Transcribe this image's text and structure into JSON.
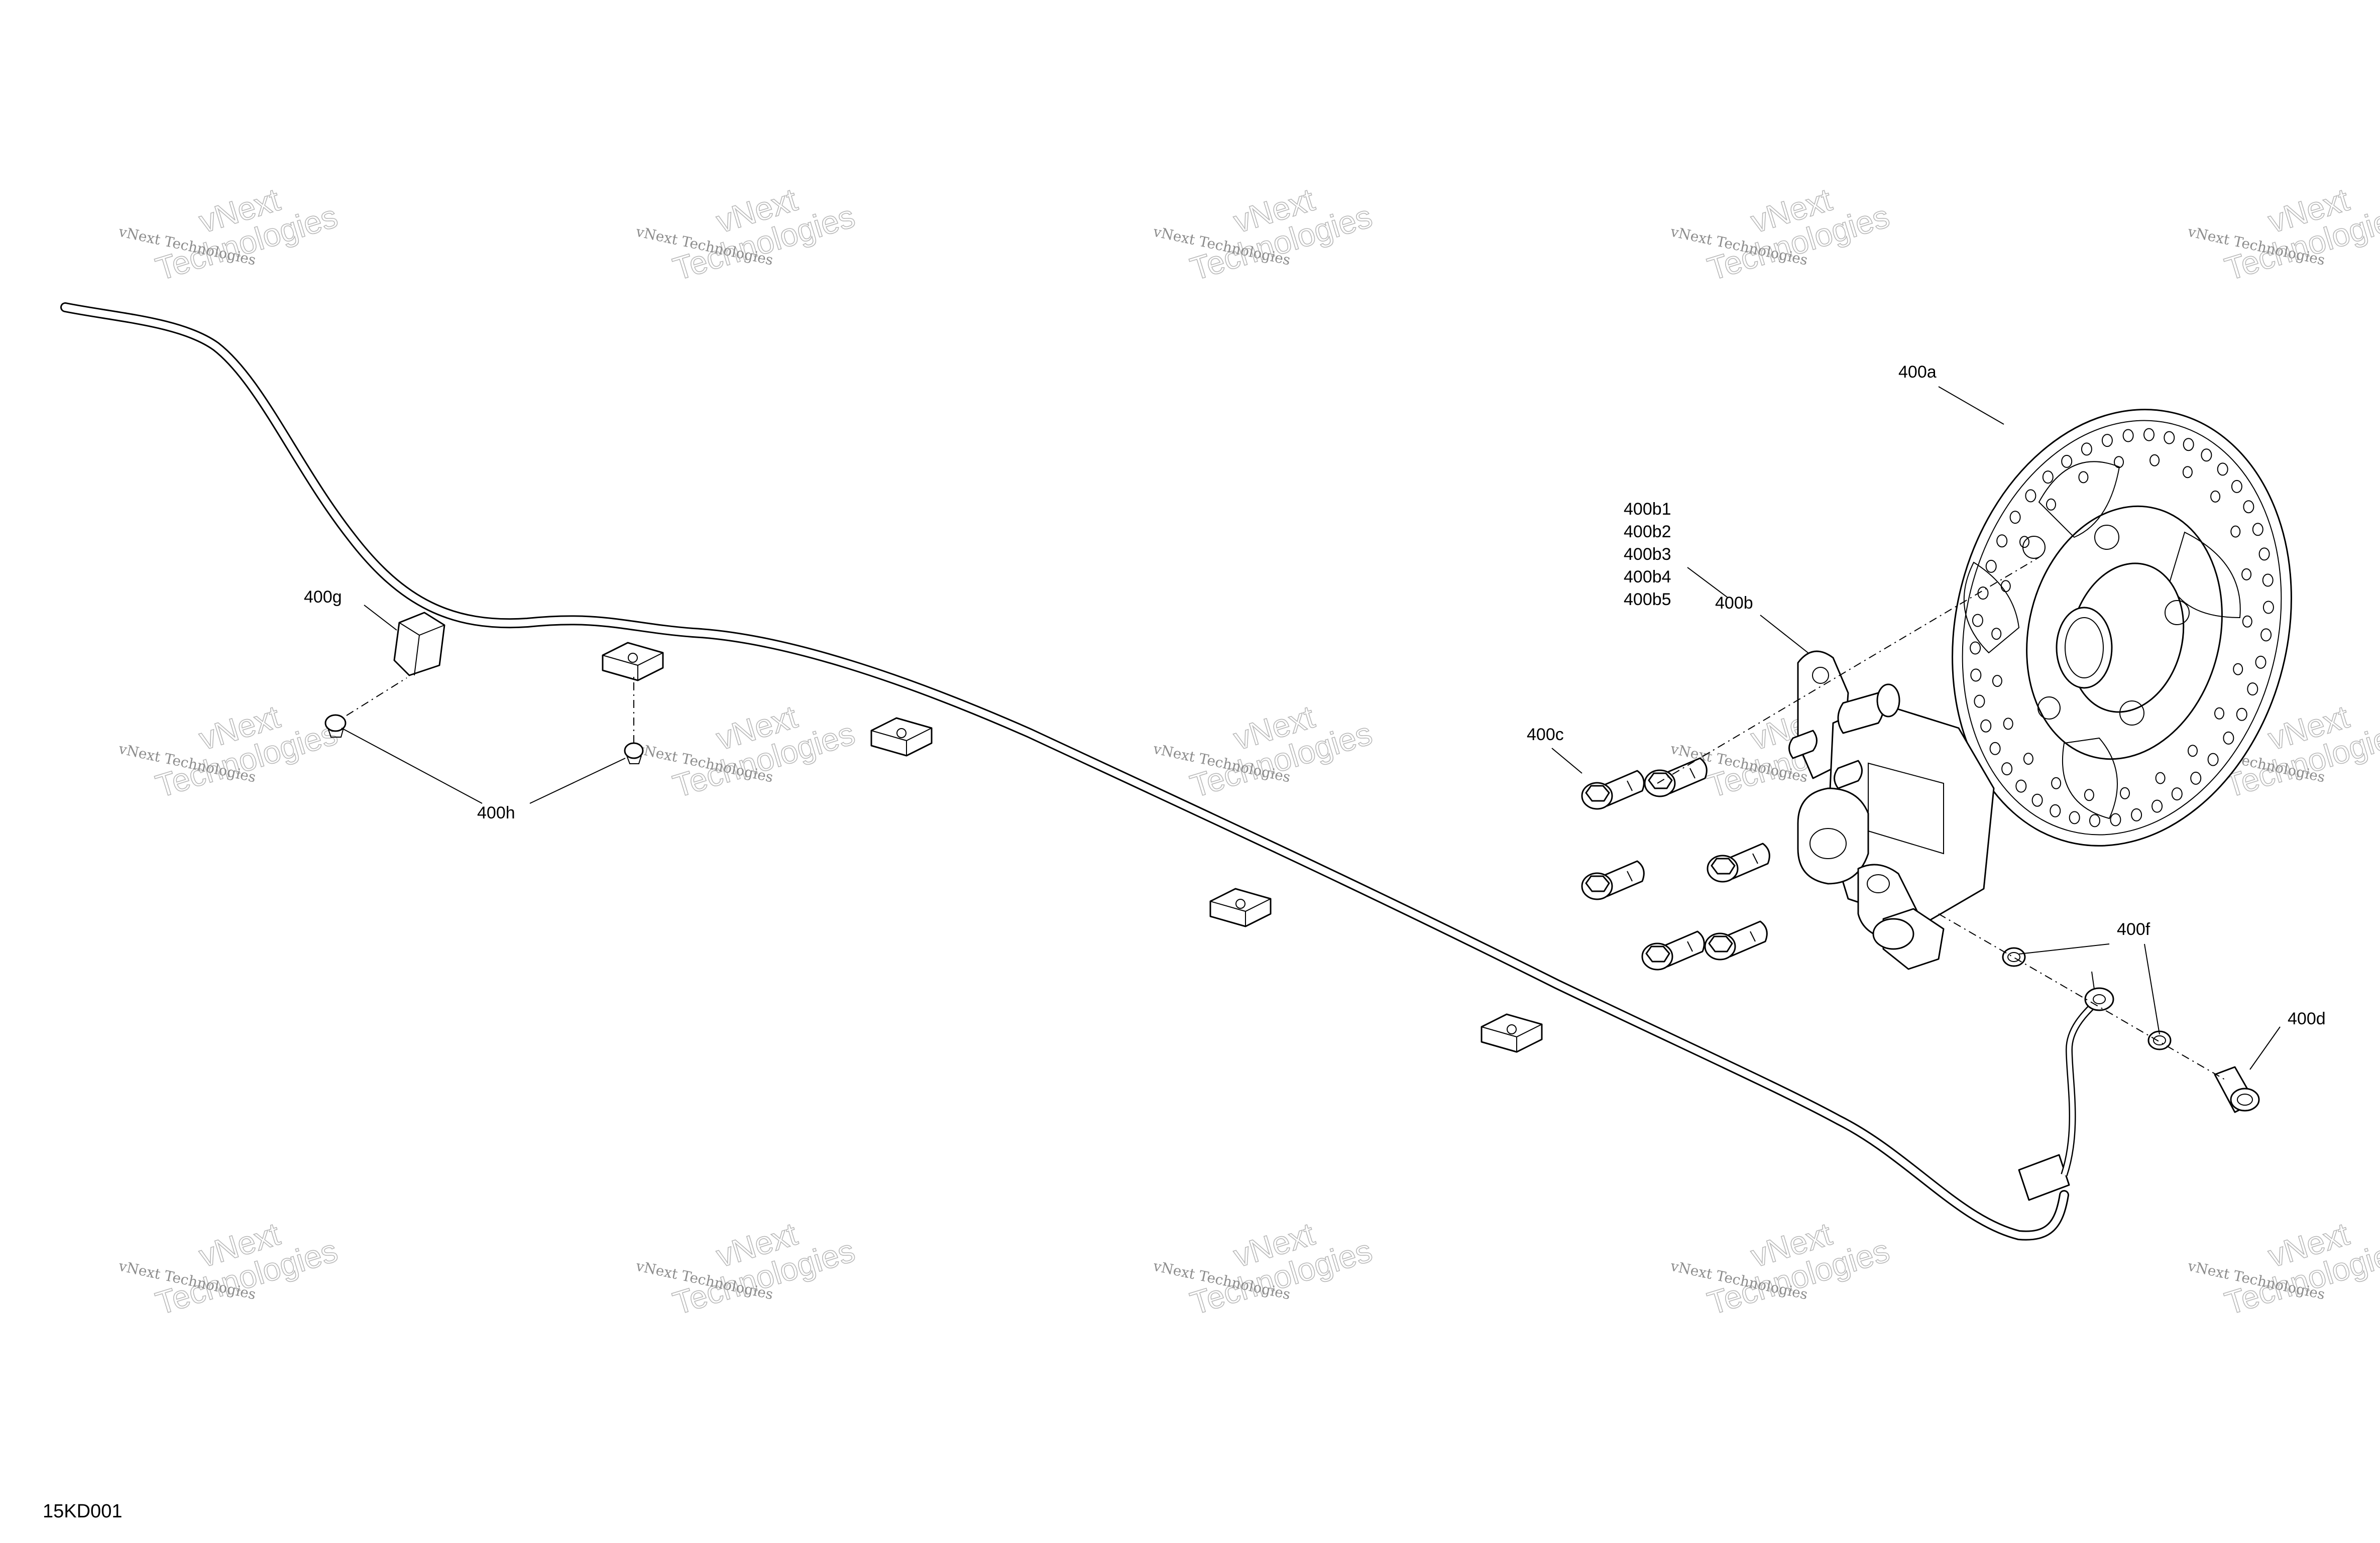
{
  "figure_id": "15KD001",
  "callouts": {
    "disc": "400a",
    "caliper": "400b",
    "caliper_sub": [
      "400b1",
      "400b2",
      "400b3",
      "400b4",
      "400b5"
    ],
    "bolts": "400c",
    "banjo_bolt": "400d",
    "washers": "400f",
    "clip": "400g",
    "screws": "400h"
  },
  "watermark": {
    "line1": "vNext Technologies",
    "line2_a": "vNext",
    "line2_b": "Technologies"
  }
}
